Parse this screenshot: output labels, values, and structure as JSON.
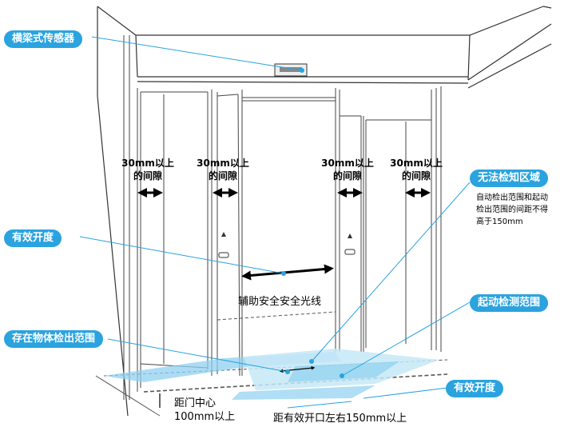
{
  "callouts": {
    "transom_sensor": "横梁式传感器",
    "effective_opening_left": "有效开度",
    "presence_detection": "存在物体检出范围",
    "undetectable_zone": "无法检知区域",
    "activation_detection": "起动检测范围",
    "effective_opening_right": "有效开度"
  },
  "gap_labels": {
    "line1": "30mm以上",
    "line2": "的间隙"
  },
  "notes": {
    "undetectable_note_1": "自动检出范围和起动",
    "undetectable_note_2": "检出范围的间距不得",
    "undetectable_note_3": "高于150mm",
    "safety_beam": "辅助安全安全光线",
    "door_center_1": "距门中心",
    "door_center_2": "100mm以上",
    "opening_side": "距有效开口左右150mm以上"
  },
  "colors": {
    "callout_blue": "#2aa3df",
    "zone_blue": "#8fd0f0",
    "zone_light": "#c6e7f7"
  }
}
